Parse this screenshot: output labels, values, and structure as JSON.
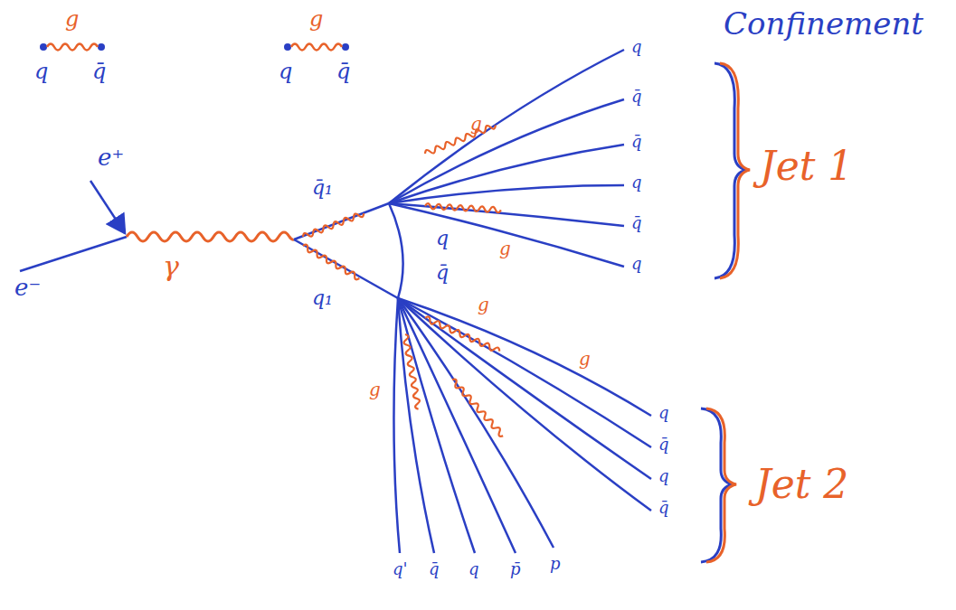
{
  "diagram": {
    "title": "Confinement",
    "labels": [
      "g",
      "q",
      "q̄",
      "g",
      "q",
      "q̄",
      "e⁺",
      "e⁻",
      "γ",
      "q̄₁",
      "q",
      "q̄",
      "q₁",
      "g",
      "g",
      "g",
      "g",
      "g",
      "Jet 1",
      "Jet 2",
      "q",
      "q̄",
      "q̄",
      "q",
      "q̄",
      "q",
      "q",
      "q̄",
      "q",
      "q̄",
      "q'",
      "q̄",
      "q",
      "p̄",
      "p"
    ]
  }
}
